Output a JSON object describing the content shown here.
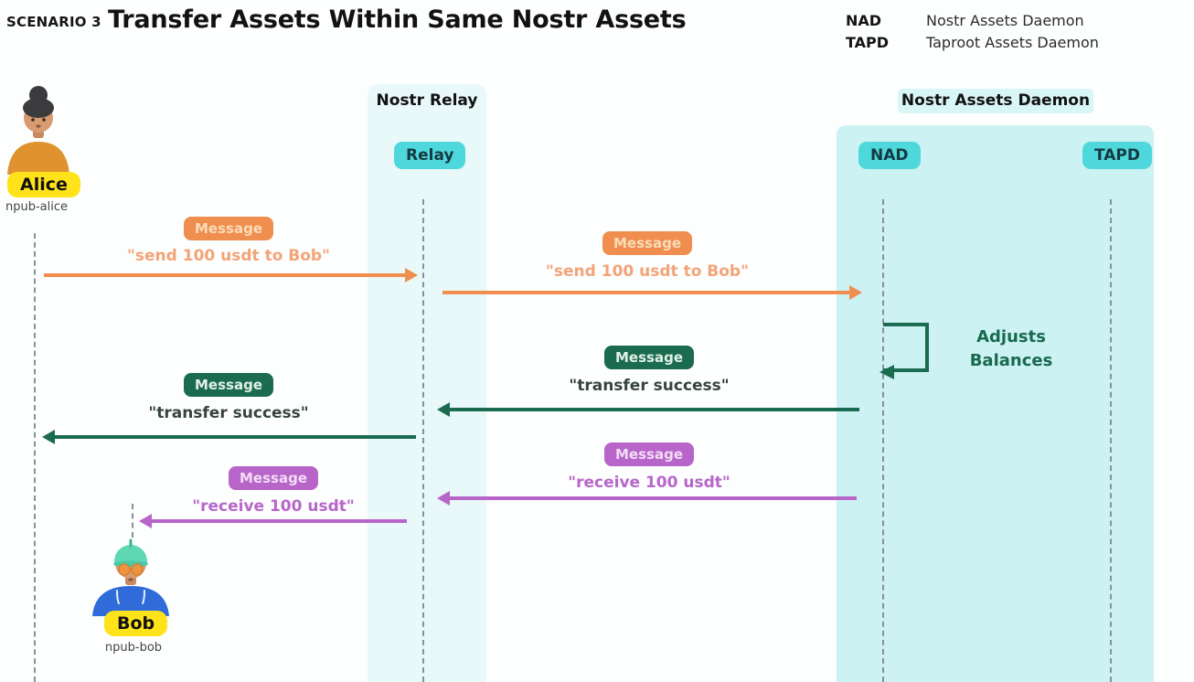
{
  "header": {
    "scenario": "SCENARIO 3",
    "title": "Transfer Assets Within Same Nostr Assets"
  },
  "legend": {
    "items": [
      {
        "term": "NAD",
        "definition": "Nostr Assets Daemon"
      },
      {
        "term": "TAPD",
        "definition": "Taproot Assets Daemon"
      }
    ]
  },
  "columns": {
    "relay_header": "Nostr Relay",
    "relay_badge": "Relay",
    "nad_header": "Nostr Assets Daemon",
    "nad_badge": "NAD",
    "tapd_badge": "TAPD"
  },
  "actors": {
    "alice": {
      "name": "Alice",
      "npub": "npub-alice"
    },
    "bob": {
      "name": "Bob",
      "npub": "npub-bob"
    }
  },
  "messages": [
    {
      "badge": "Message",
      "label": "\"send 100 usdt to Bob\"",
      "from": "Alice",
      "to": "Relay",
      "color": "orange",
      "direction": "right"
    },
    {
      "badge": "Message",
      "label": "\"send 100 usdt to Bob\"",
      "from": "Relay",
      "to": "NAD",
      "color": "orange",
      "direction": "right"
    },
    {
      "badge": "Message",
      "label": "\"transfer success\"",
      "from": "NAD",
      "to": "Relay",
      "color": "green",
      "direction": "left"
    },
    {
      "badge": "Message",
      "label": "\"transfer success\"",
      "from": "Relay",
      "to": "Alice",
      "color": "green",
      "direction": "left"
    },
    {
      "badge": "Message",
      "label": "\"receive 100 usdt\"",
      "from": "NAD",
      "to": "Relay",
      "color": "purple",
      "direction": "left"
    },
    {
      "badge": "Message",
      "label": "\"receive 100 usdt\"",
      "from": "Relay",
      "to": "Bob",
      "color": "purple",
      "direction": "left"
    }
  ],
  "self_action": {
    "actor": "NAD",
    "label": "Adjusts\nBalances"
  },
  "colors": {
    "orange": "#EF8E4E",
    "green": "#1A6B50",
    "purple": "#B865CA",
    "cyan_badge": "#4FD8DC",
    "panel_cyan": "#CDF2F3",
    "relay_band": "#E9F8F9",
    "yellow": "#FFE31A"
  }
}
